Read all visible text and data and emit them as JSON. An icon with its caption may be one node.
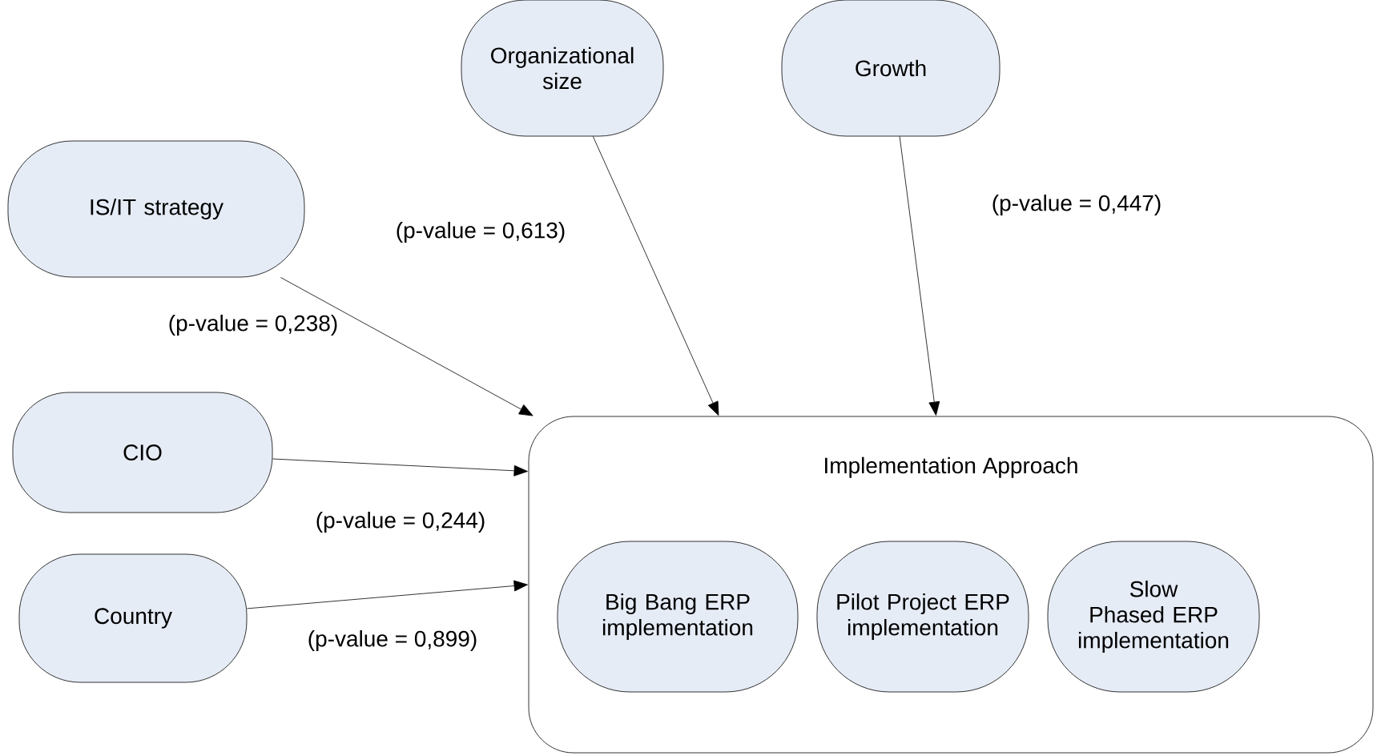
{
  "diagram": {
    "nodes": [
      {
        "text": [
          "IS/IT strategy"
        ]
      },
      {
        "text": [
          "Organizational size"
        ]
      },
      {
        "text": [
          "Growth"
        ]
      },
      {
        "text": [
          "CIO"
        ]
      },
      {
        "text": [
          "Country"
        ]
      },
      {
        "text": [
          "Implementation Approach"
        ]
      },
      {
        "text": [
          "Big Bang ERP implementation"
        ],
        "in": 5
      },
      {
        "text": [
          "Pilot Project ERP implementation"
        ],
        "in": 5
      },
      {
        "text": [
          "Slow Phased ERP implementation"
        ],
        "in": 5
      }
    ],
    "edges": [
      {
        "from": 0,
        "to": 5,
        "arrow": "to",
        "label": "(p-value = 0,238)"
      },
      {
        "from": 1,
        "to": 5,
        "arrow": "to",
        "label": "(p-value = 0,613)"
      },
      {
        "from": 2,
        "to": 5,
        "arrow": "to",
        "label": "(p-value = 0,447)"
      },
      {
        "from": 3,
        "to": 5,
        "arrow": "to",
        "label": "(p-value = 0,244)"
      },
      {
        "from": 4,
        "to": 5,
        "arrow": "to",
        "label": "(p-value = 0,899)"
      }
    ]
  }
}
